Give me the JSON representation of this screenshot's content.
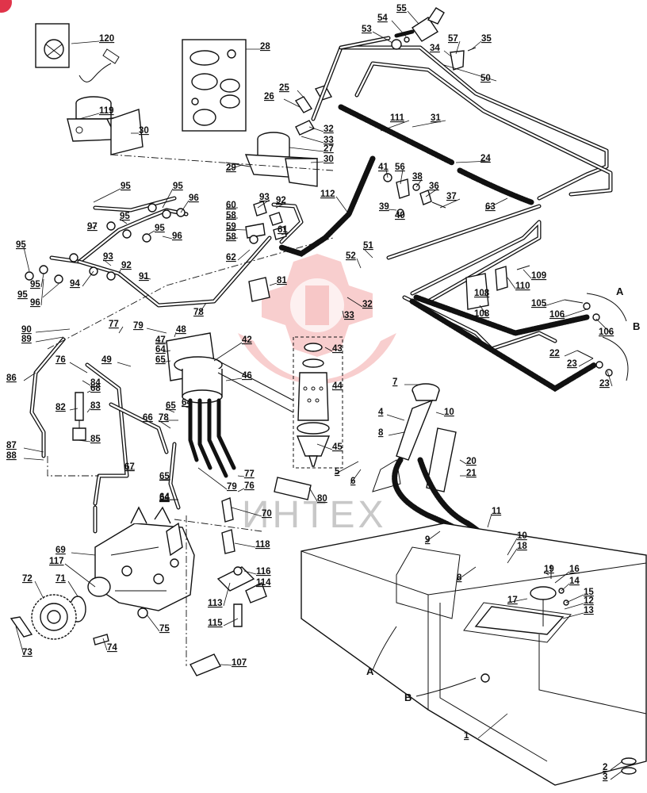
{
  "diagram": {
    "watermark": "ИНТЕХ",
    "section_letters": [
      "A",
      "B",
      "A",
      "B"
    ],
    "part_numbers": [
      "120",
      "119",
      "30",
      "28",
      "25",
      "26",
      "32",
      "33",
      "27",
      "30",
      "29",
      "53",
      "54",
      "55",
      "57",
      "35",
      "34",
      "50",
      "31",
      "111",
      "24",
      "112",
      "41",
      "56",
      "38",
      "36",
      "37",
      "39",
      "40",
      "63",
      "95",
      "95",
      "96",
      "95",
      "97",
      "95",
      "96",
      "95",
      "93",
      "92",
      "91",
      "94",
      "95",
      "96",
      "95",
      "60",
      "93",
      "92",
      "58",
      "59",
      "58",
      "61",
      "62",
      "51",
      "52",
      "81",
      "32",
      "33",
      "109",
      "110",
      "108",
      "108",
      "105",
      "106",
      "106",
      "22",
      "23",
      "23",
      "78",
      "90",
      "89",
      "77",
      "79",
      "48",
      "47",
      "64",
      "65",
      "49",
      "42",
      "46",
      "43",
      "44",
      "45",
      "7",
      "10",
      "4",
      "8",
      "86",
      "76",
      "68",
      "82",
      "83",
      "84",
      "85",
      "65",
      "64",
      "66",
      "78",
      "87",
      "88",
      "67",
      "65",
      "64",
      "5",
      "6",
      "20",
      "21",
      "80",
      "70",
      "118",
      "11",
      "9",
      "10",
      "18",
      "19",
      "16",
      "14",
      "15",
      "12",
      "13",
      "17",
      "8",
      "79",
      "77",
      "76",
      "64",
      "69",
      "117",
      "72",
      "71",
      "116",
      "114",
      "113",
      "115",
      "75",
      "73",
      "74",
      "107",
      "1",
      "2",
      "3"
    ]
  }
}
